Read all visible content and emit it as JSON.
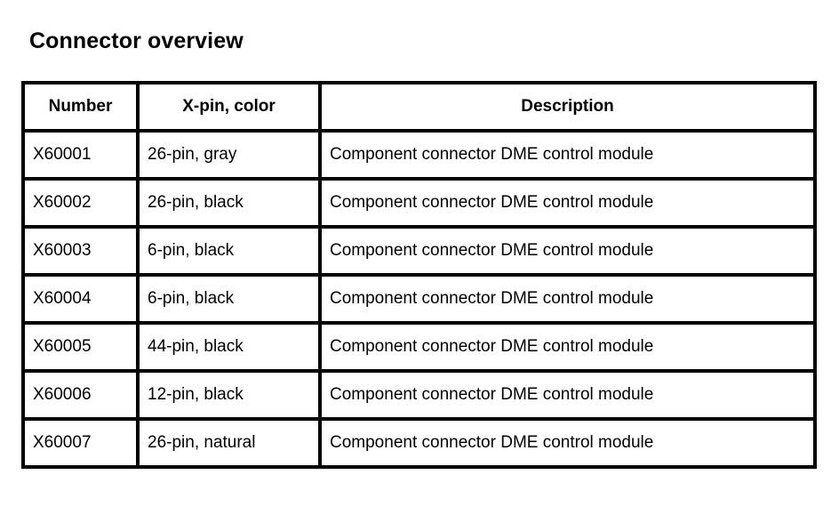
{
  "document": {
    "title": "Connector overview"
  },
  "table": {
    "columns": [
      "Number",
      "X-pin, color",
      "Description"
    ],
    "rows": [
      {
        "number": "X60001",
        "xpin_color": "26-pin, gray",
        "description": "Component connector DME control module"
      },
      {
        "number": "X60002",
        "xpin_color": "26-pin, black",
        "description": "Component connector DME control module"
      },
      {
        "number": "X60003",
        "xpin_color": "6-pin, black",
        "description": "Component connector DME control module"
      },
      {
        "number": "X60004",
        "xpin_color": "6-pin, black",
        "description": "Component connector DME control module"
      },
      {
        "number": "X60005",
        "xpin_color": "44-pin, black",
        "description": "Component connector DME control module"
      },
      {
        "number": "X60006",
        "xpin_color": "12-pin, black",
        "description": "Component connector DME control module"
      },
      {
        "number": "X60007",
        "xpin_color": "26-pin, natural",
        "description": "Component connector DME control module"
      }
    ]
  },
  "colors": {
    "background": "#ffffff",
    "text": "#000000",
    "border": "#000000"
  }
}
